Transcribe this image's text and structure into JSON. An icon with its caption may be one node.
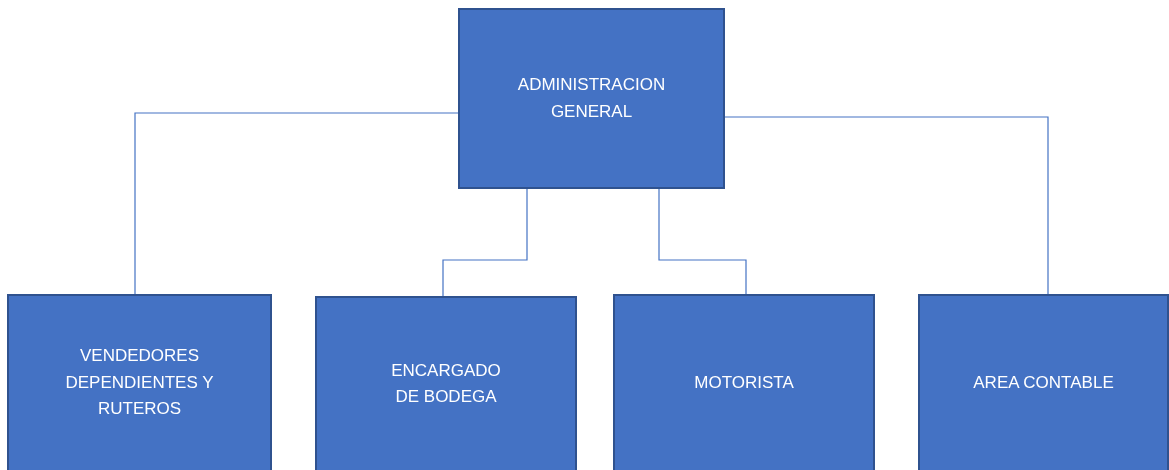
{
  "diagram": {
    "nodes": [
      {
        "text": [
          "ADMINISTRACION GENERAL"
        ]
      },
      {
        "text": [
          "VENDEDORES DEPENDIENTES Y RUTEROS"
        ]
      },
      {
        "text": [
          "ENCARGADO DE BODEGA"
        ]
      },
      {
        "text": [
          "MOTORISTA"
        ]
      },
      {
        "text": [
          "AREA CONTABLE"
        ]
      }
    ],
    "edges": [
      {
        "from": 0,
        "to": 1,
        "arrow": "none"
      },
      {
        "from": 0,
        "to": 2,
        "arrow": "none"
      },
      {
        "from": 0,
        "to": 3,
        "arrow": "none"
      },
      {
        "from": 0,
        "to": 4,
        "arrow": "none"
      }
    ]
  }
}
